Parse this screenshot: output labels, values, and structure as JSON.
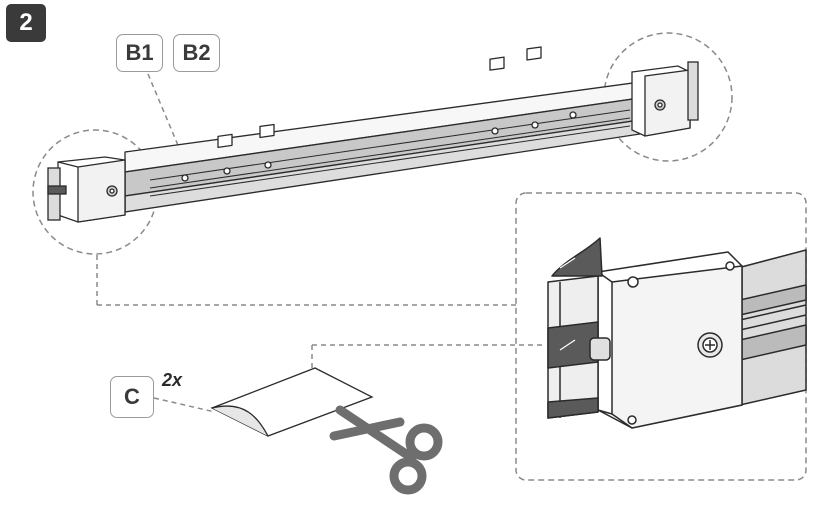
{
  "step": {
    "number": "2"
  },
  "parts": {
    "b1": "B1",
    "b2": "B2",
    "c": "C",
    "c_quantity": "2x"
  },
  "icons": {
    "rail": "rail-icon",
    "end_bracket": "end-bracket-icon",
    "detail": "detail-view-icon",
    "adhesive_pad": "adhesive-pad-icon",
    "scissors": "scissors-icon"
  },
  "colors": {
    "badge": "#3a3a3a",
    "line": "#2b2b2b",
    "dash": "#8a8a8a",
    "rail_shade": "#c8c8c8",
    "tape": "#5a5a5a"
  }
}
